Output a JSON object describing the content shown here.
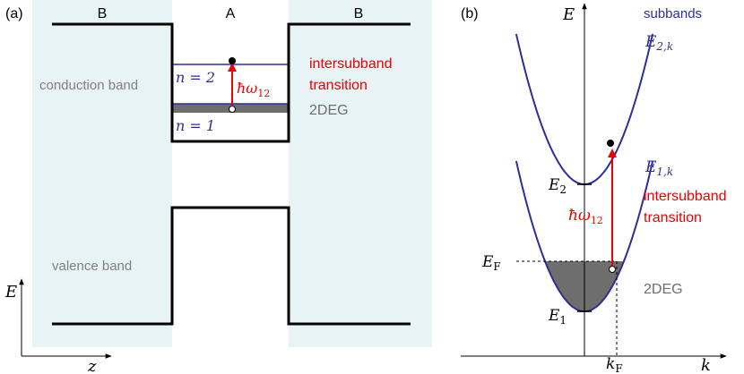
{
  "panel_a": {
    "tag": "(a)",
    "region_left": "B",
    "region_center": "A",
    "region_right": "B",
    "conduction_band": "conduction band",
    "valence_band": "valence band",
    "level_n2": "n = 2",
    "level_n1": "n = 1",
    "transition_energy": "ħω",
    "transition_energy_sub": "12",
    "transition_line1": "intersubband",
    "transition_line2": "transition",
    "gas_label": "2DEG",
    "axis_y": "E",
    "axis_x": "z"
  },
  "panel_b": {
    "tag": "(b)",
    "axis_y": "E",
    "axis_x": "k",
    "subbands_title": "subbands",
    "e2k": "E",
    "e2k_sub": "2,k",
    "e1k": "E",
    "e1k_sub": "1,k",
    "e2": "E",
    "e2_sub": "2",
    "e1": "E",
    "e1_sub": "1",
    "ef": "E",
    "ef_sub": "F",
    "kf": "k",
    "kf_sub": "F",
    "transition_energy": "ħω",
    "transition_energy_sub": "12",
    "transition_line1": "intersubband",
    "transition_line2": "transition",
    "gas_label": "2DEG"
  },
  "colors": {
    "barrier_fill": "#e8f3f5",
    "band_line": "#000000",
    "subband_blue": "#2e2e9a",
    "transition_red": "#ee0000",
    "gas_gray": "#6e6e6e",
    "text_gray": "#808080"
  }
}
